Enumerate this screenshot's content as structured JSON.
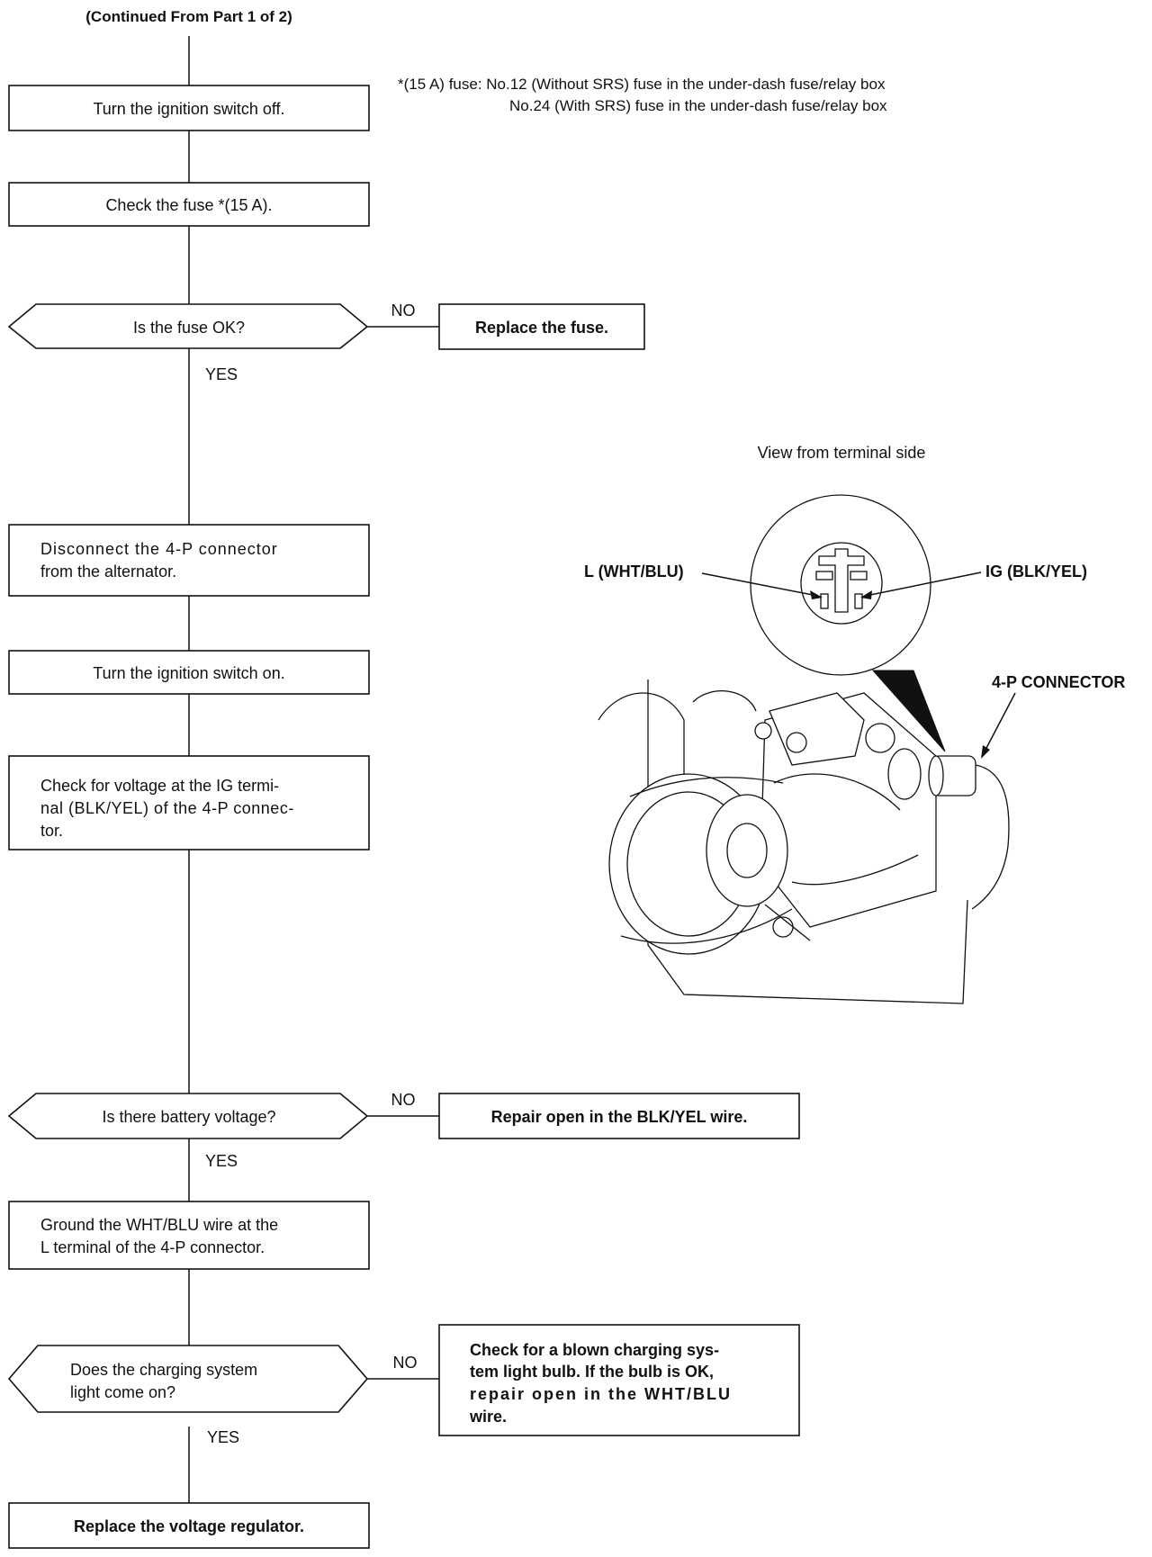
{
  "header": "(Continued From Part 1 of 2)",
  "note": {
    "line1": "*(15 A) fuse: No.12 (Without SRS) fuse in the under-dash fuse/relay box",
    "line2": "No.24 (With SRS) fuse in the under-dash fuse/relay box"
  },
  "steps": {
    "ignition_off": "Turn the ignition switch off.",
    "check_fuse": "Check the fuse *(15 A).",
    "fuse_ok_q": "Is the fuse OK?",
    "replace_fuse": "Replace the fuse.",
    "disconnect_l1": "Disconnect the 4-P connector",
    "disconnect_l2": "from the alternator.",
    "ignition_on": "Turn the ignition switch on.",
    "check_voltage_l1": "Check for voltage at the IG termi-",
    "check_voltage_l2": "nal (BLK/YEL) of the 4-P connec-",
    "check_voltage_l3": "tor.",
    "battery_q": "Is there battery voltage?",
    "repair_blk": "Repair open in the BLK/YEL wire.",
    "ground_l1": "Ground the WHT/BLU wire at the",
    "ground_l2": "L terminal of the 4-P connector.",
    "light_q_l1": "Does the charging system",
    "light_q_l2": "light come on?",
    "bulb_l1": "Check for a blown charging sys-",
    "bulb_l2": "tem light bulb. If the bulb is OK,",
    "bulb_l3": "repair open in the WHT/BLU",
    "bulb_l4": "wire.",
    "replace_regulator": "Replace the voltage regulator."
  },
  "labels": {
    "yes": "YES",
    "no": "NO"
  },
  "illustration": {
    "caption": "View from terminal side",
    "terminal_l": "L (WHT/BLU)",
    "terminal_ig": "IG (BLK/YEL)",
    "connector": "4-P CONNECTOR"
  }
}
